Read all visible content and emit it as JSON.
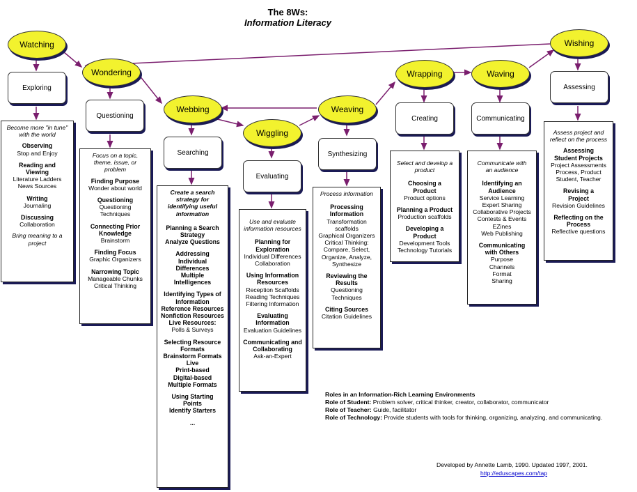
{
  "header": {
    "title": "The 8Ws:",
    "subtitle": "Information Literacy"
  },
  "stages": [
    {
      "oval": "Watching",
      "box": "Exploring",
      "intro": "Become more \"in tune\" with the world",
      "items": [
        {
          "head": "Observing",
          "sub": "Stop and Enjoy"
        },
        {
          "head": "Reading and Viewing",
          "sub": "Literature Ladders\nNews Sources"
        },
        {
          "head": "Writing",
          "sub": "Journaling"
        },
        {
          "head": "Discussing",
          "sub": "Collaboration"
        }
      ],
      "outro": "Bring meaning to a project"
    },
    {
      "oval": "Wondering",
      "box": "Questioning",
      "intro": "Focus on a topic, theme, issue, or problem",
      "items": [
        {
          "head": "Finding Purpose",
          "sub": "Wonder about world"
        },
        {
          "head": "Questioning",
          "sub": "Questioning Techniques"
        },
        {
          "head": "Connecting Prior Knowledge",
          "sub": "Brainstorm"
        },
        {
          "head": "Finding Focus",
          "sub": "Graphic Organizers"
        },
        {
          "head": "Narrowing Topic",
          "sub": "Manageable Chunks\nCritical Thinking"
        }
      ]
    },
    {
      "oval": "Webbing",
      "box": "Searching",
      "intro": "Create a search strategy for identifying useful information",
      "items": [
        {
          "head": "Planning a Search Strategy\nAnalyze Questions",
          "sub": ""
        },
        {
          "head": "Addressing Individual Differences\nMultiple Intelligences",
          "sub": ""
        },
        {
          "head": "Identifying Types of Information\nReference Resources\nNonfiction Resources",
          "sub": ""
        },
        {
          "head": "Live Resources:",
          "sub": "Polls & Surveys"
        },
        {
          "head": "Selecting Resource Formats\nBrainstorm Formats\nLive\nPrint-based\nDigital-based\nMultiple Formats",
          "sub": ""
        },
        {
          "head": "Using Starting Points\nIdentify Starters",
          "sub": ""
        },
        {
          "head": "...",
          "sub": ""
        }
      ]
    },
    {
      "oval": "Wiggling",
      "box": "Evaluating",
      "intro": "Use and evaluate information resources",
      "items": [
        {
          "head": "Planning for Exploration",
          "sub": "Individual Differences\nCollaboration"
        },
        {
          "head": "Using Information Resources",
          "sub": "Reception Scaffolds\nReading Techniques\nFiltering Information"
        },
        {
          "head": "Evaluating Information",
          "sub": "Evaluation Guidelines"
        },
        {
          "head": "Communicating and Collaborating",
          "sub": "Ask-an-Expert"
        }
      ]
    },
    {
      "oval": "Weaving",
      "box": "Synthesizing",
      "intro": "Process information",
      "items": [
        {
          "head": "Processing Information",
          "sub": "Transformation scaffolds\nGraphical Organizers\nCritical Thinking:\nCompare, Select,\nOrganize, Analyze,\nSynthesize"
        },
        {
          "head": "Reviewing the Results",
          "sub": "Questioning Techniques"
        },
        {
          "head": "Citing Sources",
          "sub": "Citation Guidelines"
        }
      ]
    },
    {
      "oval": "Wrapping",
      "box": "Creating",
      "intro": "Select and develop a product",
      "items": [
        {
          "head": "Choosing a Product",
          "sub": "Product options"
        },
        {
          "head": "Planning a Product",
          "sub": "Production scaffolds"
        },
        {
          "head": "Developing a Product",
          "sub": "Development Tools\nTechnology Tutorials"
        }
      ]
    },
    {
      "oval": "Waving",
      "box": "Communicating",
      "intro": "Communicate with an audience",
      "items": [
        {
          "head": "Identifying an Audience",
          "sub": "Service Learning\nExpert Sharing\nCollaborative Projects\nContests & Events\nEZines\nWeb Publishing"
        },
        {
          "head": "Communicating with Others",
          "sub": "Purpose\nChannels\nFormat\nSharing"
        }
      ]
    },
    {
      "oval": "Wishing",
      "box": "Assessing",
      "intro": "Assess project and reflect on the process",
      "items": [
        {
          "head": "Assessing Student Projects",
          "sub": "Project Assessments\nProcess, Product\nStudent, Teacher"
        },
        {
          "head": "Revising a Project",
          "sub": "Revision Guidelines"
        },
        {
          "head": "Reflecting on the Process",
          "sub": "Reflective questions"
        }
      ]
    }
  ],
  "roles": {
    "heading": "Roles in an Information-Rich Learning Environments",
    "rows": [
      {
        "label": "Role of Student:",
        "text": "Problem solver, critical thinker, creator, collaborator, communicator"
      },
      {
        "label": "Role of Teacher:",
        "text": "Guide, facilitator"
      },
      {
        "label": "Role of Technology:",
        "text": "Provide students with tools for thinking, organizing, analyzing, and communicating."
      }
    ]
  },
  "credit": {
    "text": "Developed by Annette Lamb, 1990. Updated 1997, 2001.",
    "link": "http://eduscapes.com/tap"
  },
  "colors": {
    "oval_fill": "#f2f22e",
    "arrow": "#7a1e6e",
    "link": "#0000cc",
    "shadow": "#1a1a55"
  }
}
